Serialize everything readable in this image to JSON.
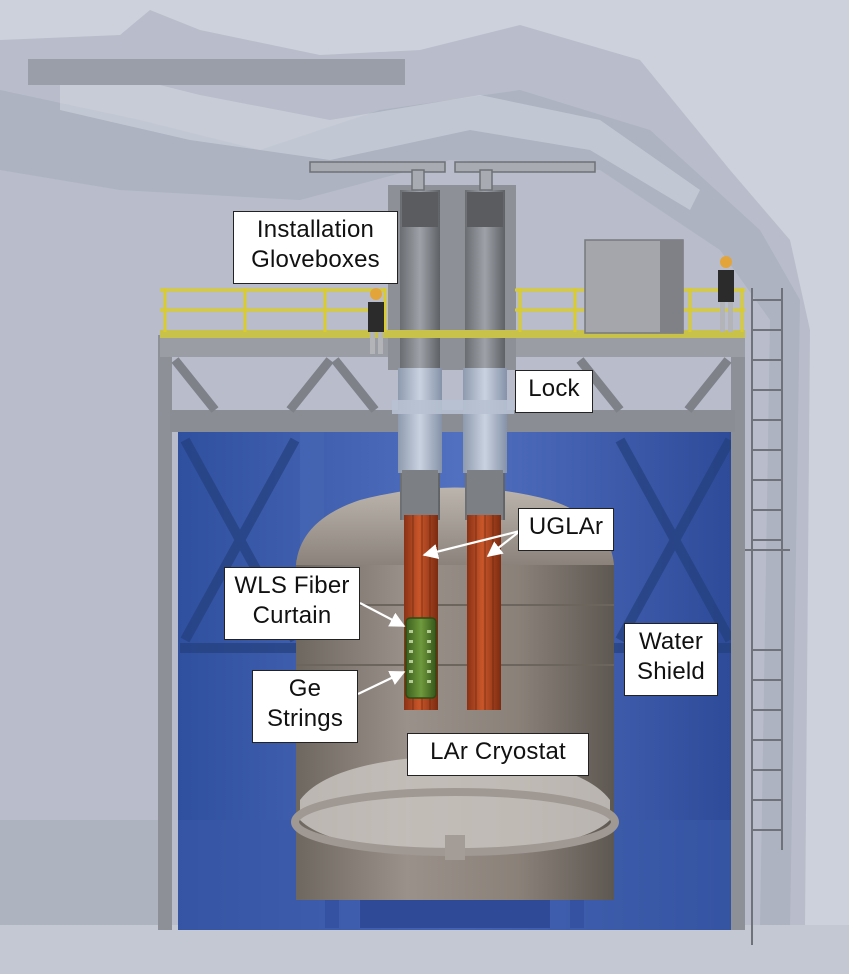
{
  "labels": {
    "installation_gloveboxes": [
      "Installation",
      "Gloveboxes"
    ],
    "lock": [
      "Lock"
    ],
    "uglar": [
      "UGLAr"
    ],
    "wls_fiber_curtain": [
      "WLS Fiber",
      "Curtain"
    ],
    "ge_strings": [
      "Ge",
      "Strings"
    ],
    "water_shield": [
      "Water",
      "Shield"
    ],
    "lar_cryostat": [
      "LAr Cryostat"
    ]
  },
  "colors": {
    "rock": "#c9ced8",
    "cavern": "#aeb4c3",
    "water": "#3f5fb0",
    "cryostat": "#8a8178",
    "steel": "#7d8084",
    "copper": "#b4471f",
    "railing": "#e0d23a",
    "ge_detector": "#4d7a2a"
  }
}
